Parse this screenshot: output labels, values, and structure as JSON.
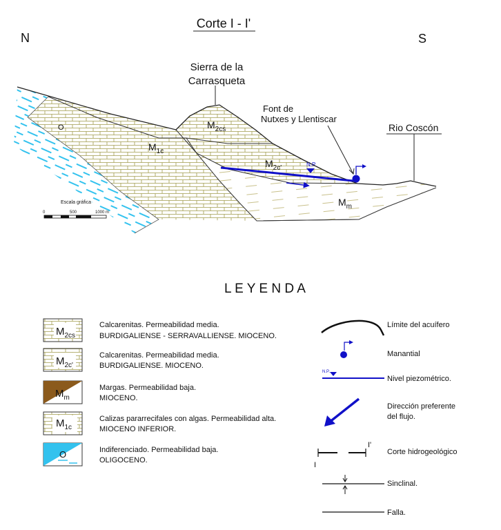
{
  "section": {
    "title": "Corte I - I'",
    "north": "N",
    "south": "S",
    "sierra_line1": "Sierra de la",
    "sierra_line2": "Carrasqueta",
    "font_line1": "Font de",
    "font_line2": "Nutxes y Llentiscar",
    "river": "Rio Coscón",
    "np_label": "N.P.",
    "unit_m2cs": {
      "main": "M",
      "sub": "2cs"
    },
    "unit_m2c": {
      "main": "M",
      "sub": "2c'"
    },
    "unit_m1c": {
      "main": "M",
      "sub": "1c"
    },
    "unit_mm": {
      "main": "M",
      "sub": "m"
    },
    "unit_o": "O",
    "scale_title": "Escala gráfica",
    "scale_0": "0",
    "scale_500": "500",
    "scale_1000": "1000 m"
  },
  "legend": {
    "title": "L E Y E N D A",
    "units": [
      {
        "code_main": "M",
        "code_sub": "2cs",
        "line1": "Calcarenitas. Permeabilidad media.",
        "line2": "BURDIGALIENSE - SERRAVALLIENSE. MIOCENO."
      },
      {
        "code_main": "M",
        "code_sub": "2c'",
        "line1": "Calcarenitas. Permeabilidad media.",
        "line2": "BURDIGALIENSE. MIOCENO."
      },
      {
        "code_main": "M",
        "code_sub": "m",
        "line1": "Margas. Permeabilidad baja.",
        "line2": "MIOCENO."
      },
      {
        "code_main": "M",
        "code_sub": "1c",
        "line1": "Calizas pararrecifales con algas. Permeabilidad alta.",
        "line2": "MIOCENO INFERIOR."
      },
      {
        "code_main": "O",
        "code_sub": "",
        "line1": "Indiferenciado. Permeabilidad baja.",
        "line2": "OLIGOCENO."
      }
    ],
    "symbols": {
      "limit": "Límite del acuífero",
      "spring": "Manantial",
      "piezo": "Nivel piezométrico.",
      "piezo_small": "N.P.",
      "flow_line1": "Dirección preferente",
      "flow_line2": "del flujo.",
      "section_label": "Corte hidrogeológico",
      "section_i": "I",
      "section_ip": "I'",
      "syncline": "Sinclinal.",
      "fault": "Falla."
    }
  },
  "colors": {
    "calcarenite": "#a09a4a",
    "marl": "#8b5a1c",
    "oligocene": "#33c2ee",
    "water": "#1010c8"
  }
}
